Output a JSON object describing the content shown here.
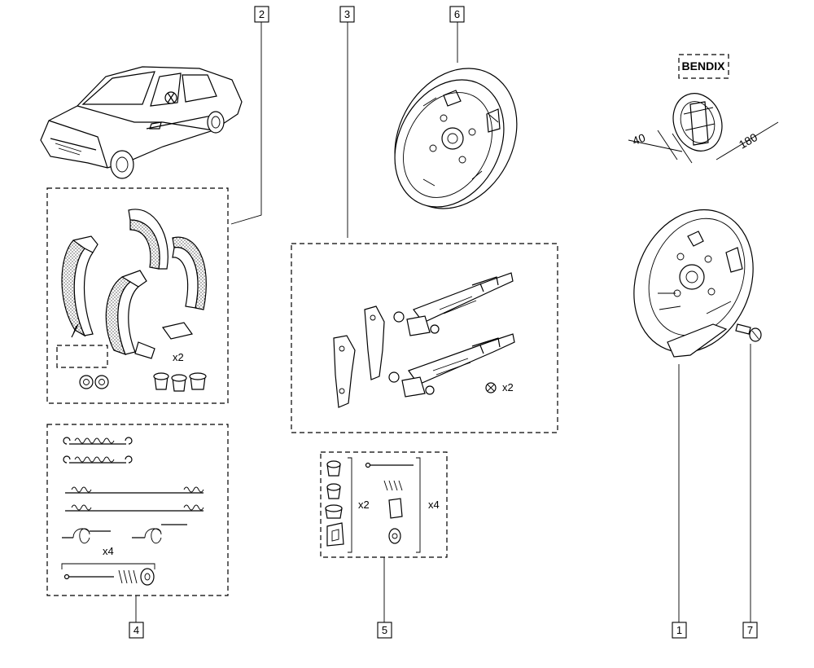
{
  "callouts": {
    "c1": "1",
    "c2": "2",
    "c3": "3",
    "c4": "4",
    "c5": "5",
    "c6": "6",
    "c7": "7"
  },
  "quantities": {
    "shoes_x2": "x2",
    "kit3_x2": "x2",
    "kit5_x2": "x2",
    "kit5_x4": "x4",
    "springs_x4": "x4"
  },
  "brand": "BENDIX",
  "dimensions": {
    "width": "40",
    "diameter": "180"
  }
}
